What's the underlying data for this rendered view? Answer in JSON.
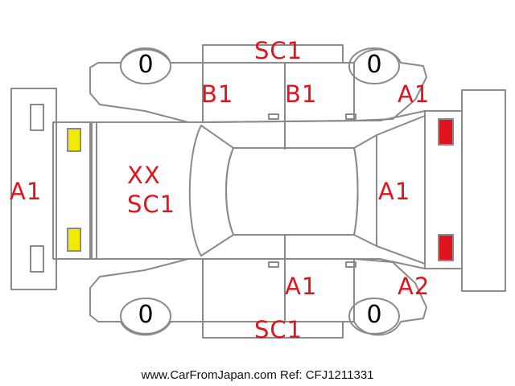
{
  "tires": {
    "front_left": "0",
    "rear_left": "0",
    "front_right": "0",
    "rear_right": "0"
  },
  "damage_codes": {
    "roof_top_edge": "SC1",
    "front_door_top": "B1",
    "rear_door_top": "B1",
    "rear_quarter_top": "A1",
    "front_bumper": "A1",
    "hood_line1": "XX",
    "hood_line2": "SC1",
    "tailgate": "A1",
    "rear_door_bottom": "A1",
    "rear_quarter_bottom": "A2",
    "roof_bottom_edge": "SC1"
  },
  "colors": {
    "line": "#888888",
    "code": "#e0141c",
    "headlight": "#f2ea00",
    "taillight": "#e0141c"
  },
  "footer": "www.CarFromJapan.com Ref: CFJ1211331"
}
